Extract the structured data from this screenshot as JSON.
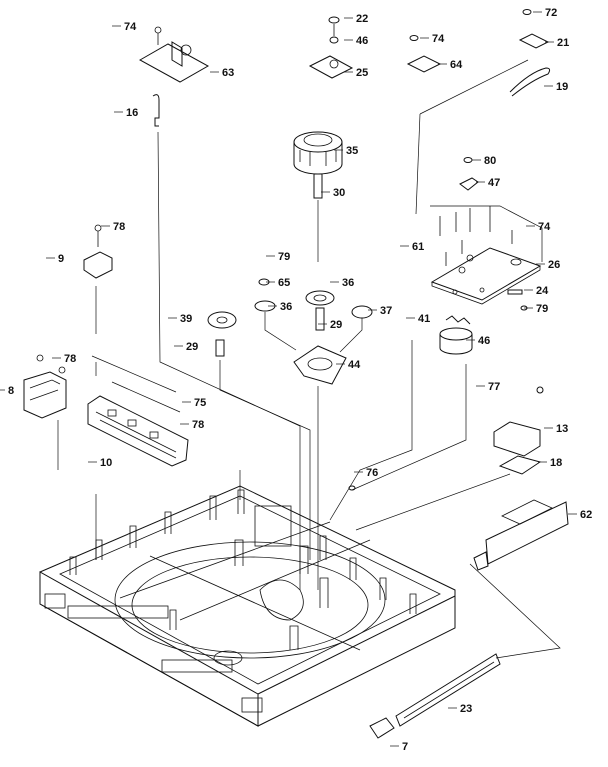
{
  "diagram": {
    "labels": [
      {
        "id": "p74a",
        "text": "74"
      },
      {
        "id": "p22",
        "text": "22"
      },
      {
        "id": "p72",
        "text": "72"
      },
      {
        "id": "p74b",
        "text": "74"
      },
      {
        "id": "p46a",
        "text": "46"
      },
      {
        "id": "p21",
        "text": "21"
      },
      {
        "id": "p63",
        "text": "63"
      },
      {
        "id": "p25",
        "text": "25"
      },
      {
        "id": "p64",
        "text": "64"
      },
      {
        "id": "p19",
        "text": "19"
      },
      {
        "id": "p16",
        "text": "16"
      },
      {
        "id": "p35",
        "text": "35"
      },
      {
        "id": "p80",
        "text": "80"
      },
      {
        "id": "p47",
        "text": "47"
      },
      {
        "id": "p30",
        "text": "30"
      },
      {
        "id": "p78a",
        "text": "78"
      },
      {
        "id": "p74c",
        "text": "74"
      },
      {
        "id": "p9",
        "text": "9"
      },
      {
        "id": "p61",
        "text": "61"
      },
      {
        "id": "p79a",
        "text": "79"
      },
      {
        "id": "p26",
        "text": "26"
      },
      {
        "id": "p65",
        "text": "65"
      },
      {
        "id": "p36a",
        "text": "36"
      },
      {
        "id": "p36b",
        "text": "36"
      },
      {
        "id": "p37",
        "text": "37"
      },
      {
        "id": "p24",
        "text": "24"
      },
      {
        "id": "p79b",
        "text": "79"
      },
      {
        "id": "p39",
        "text": "39"
      },
      {
        "id": "p29a",
        "text": "29"
      },
      {
        "id": "p41",
        "text": "41"
      },
      {
        "id": "p46b",
        "text": "46"
      },
      {
        "id": "p29b",
        "text": "29"
      },
      {
        "id": "p44",
        "text": "44"
      },
      {
        "id": "p78b",
        "text": "78"
      },
      {
        "id": "p8",
        "text": "8"
      },
      {
        "id": "p77",
        "text": "77"
      },
      {
        "id": "p75",
        "text": "75"
      },
      {
        "id": "p13",
        "text": "13"
      },
      {
        "id": "p78c",
        "text": "78"
      },
      {
        "id": "p10",
        "text": "10"
      },
      {
        "id": "p18",
        "text": "18"
      },
      {
        "id": "p76",
        "text": "76"
      },
      {
        "id": "p62",
        "text": "62"
      },
      {
        "id": "p23",
        "text": "23"
      },
      {
        "id": "p7",
        "text": "7"
      }
    ]
  }
}
